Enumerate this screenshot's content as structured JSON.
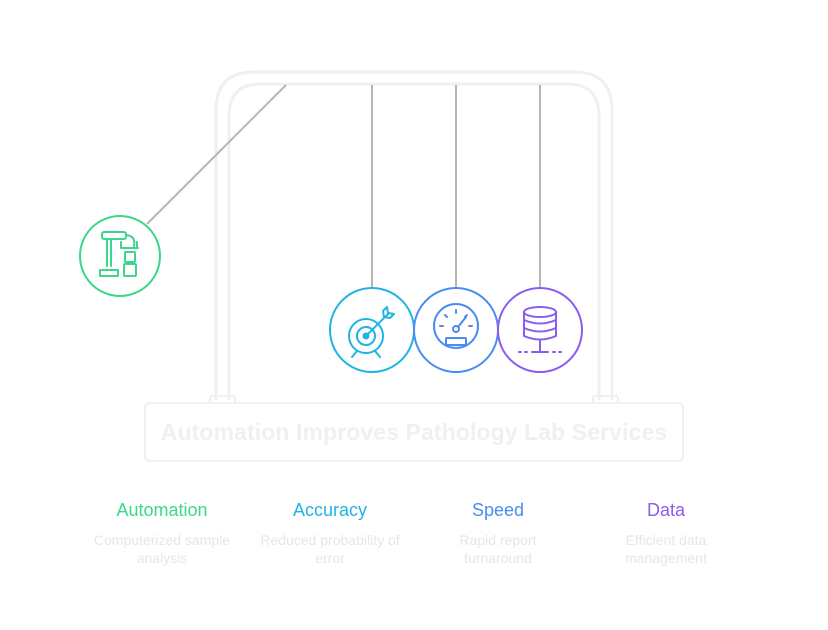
{
  "title": "Automation Improves Pathology Lab Services",
  "items": [
    {
      "heading": "Automation",
      "desc": "Computerized sample analysis",
      "color": "#3dd68c",
      "icon": "robotic-arm-icon"
    },
    {
      "heading": "Accuracy",
      "desc": "Reduced probability of error",
      "color": "#1fb4e4",
      "icon": "target-arrow-icon"
    },
    {
      "heading": "Speed",
      "desc": "Rapid report turnaround",
      "color": "#4a8cf0",
      "icon": "speedometer-icon"
    },
    {
      "heading": "Data",
      "desc": "Efficient data management",
      "color": "#8a5cf0",
      "icon": "database-icon"
    }
  ],
  "colors": {
    "frame": "#f0f0f0",
    "string": "#b5b5b5"
  }
}
